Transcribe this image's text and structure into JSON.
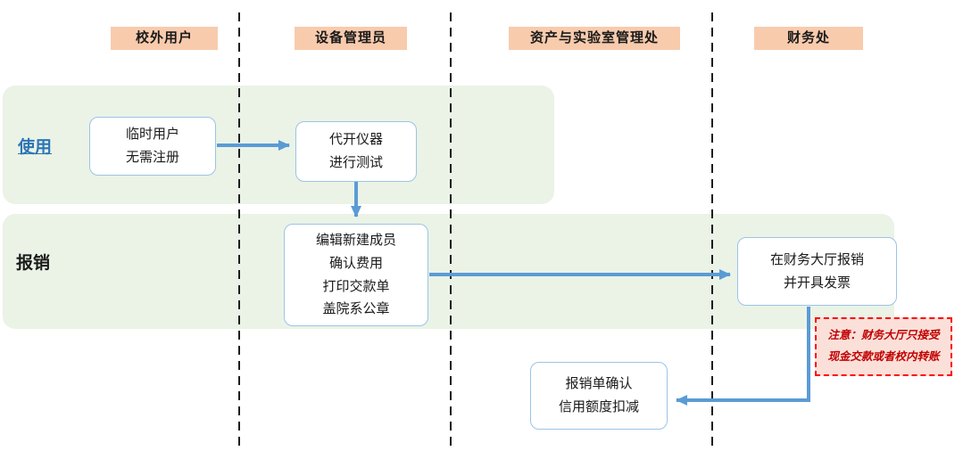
{
  "lanes": [
    {
      "id": "external-user",
      "label": "校外用户"
    },
    {
      "id": "device-admin",
      "label": "设备管理员"
    },
    {
      "id": "asset-lab-office",
      "label": "资产与实验室管理处"
    },
    {
      "id": "finance-office",
      "label": "财务处"
    }
  ],
  "phases": [
    {
      "id": "use",
      "label": "使用"
    },
    {
      "id": "reimburse",
      "label": "报销"
    }
  ],
  "nodes": [
    {
      "id": "temp-user",
      "lines": [
        "临时用户",
        "无需注册"
      ]
    },
    {
      "id": "proxy-test",
      "lines": [
        "代开仪器",
        "进行测试"
      ]
    },
    {
      "id": "edit-member",
      "lines": [
        "编辑新建成员",
        "确认费用",
        "打印交款单",
        "盖院系公章"
      ]
    },
    {
      "id": "finance-hall",
      "lines": [
        "在财务大厅报销",
        "并开具发票"
      ]
    },
    {
      "id": "confirm-deduct",
      "lines": [
        "报销单确认",
        "信用额度扣减"
      ]
    }
  ],
  "note": {
    "lines": [
      "注意：财务大厅只接受",
      "现金交款或者校内转账"
    ]
  },
  "colors": {
    "lane_header_bg": "#f8cbad",
    "band_bg": "#eaf3e6",
    "node_border": "#9dc3e6",
    "arrow": "#5b9bd5",
    "use_label": "#2e75b6",
    "note_border": "#ff0000",
    "note_bg": "#fbe0da",
    "note_text": "#c00000"
  }
}
